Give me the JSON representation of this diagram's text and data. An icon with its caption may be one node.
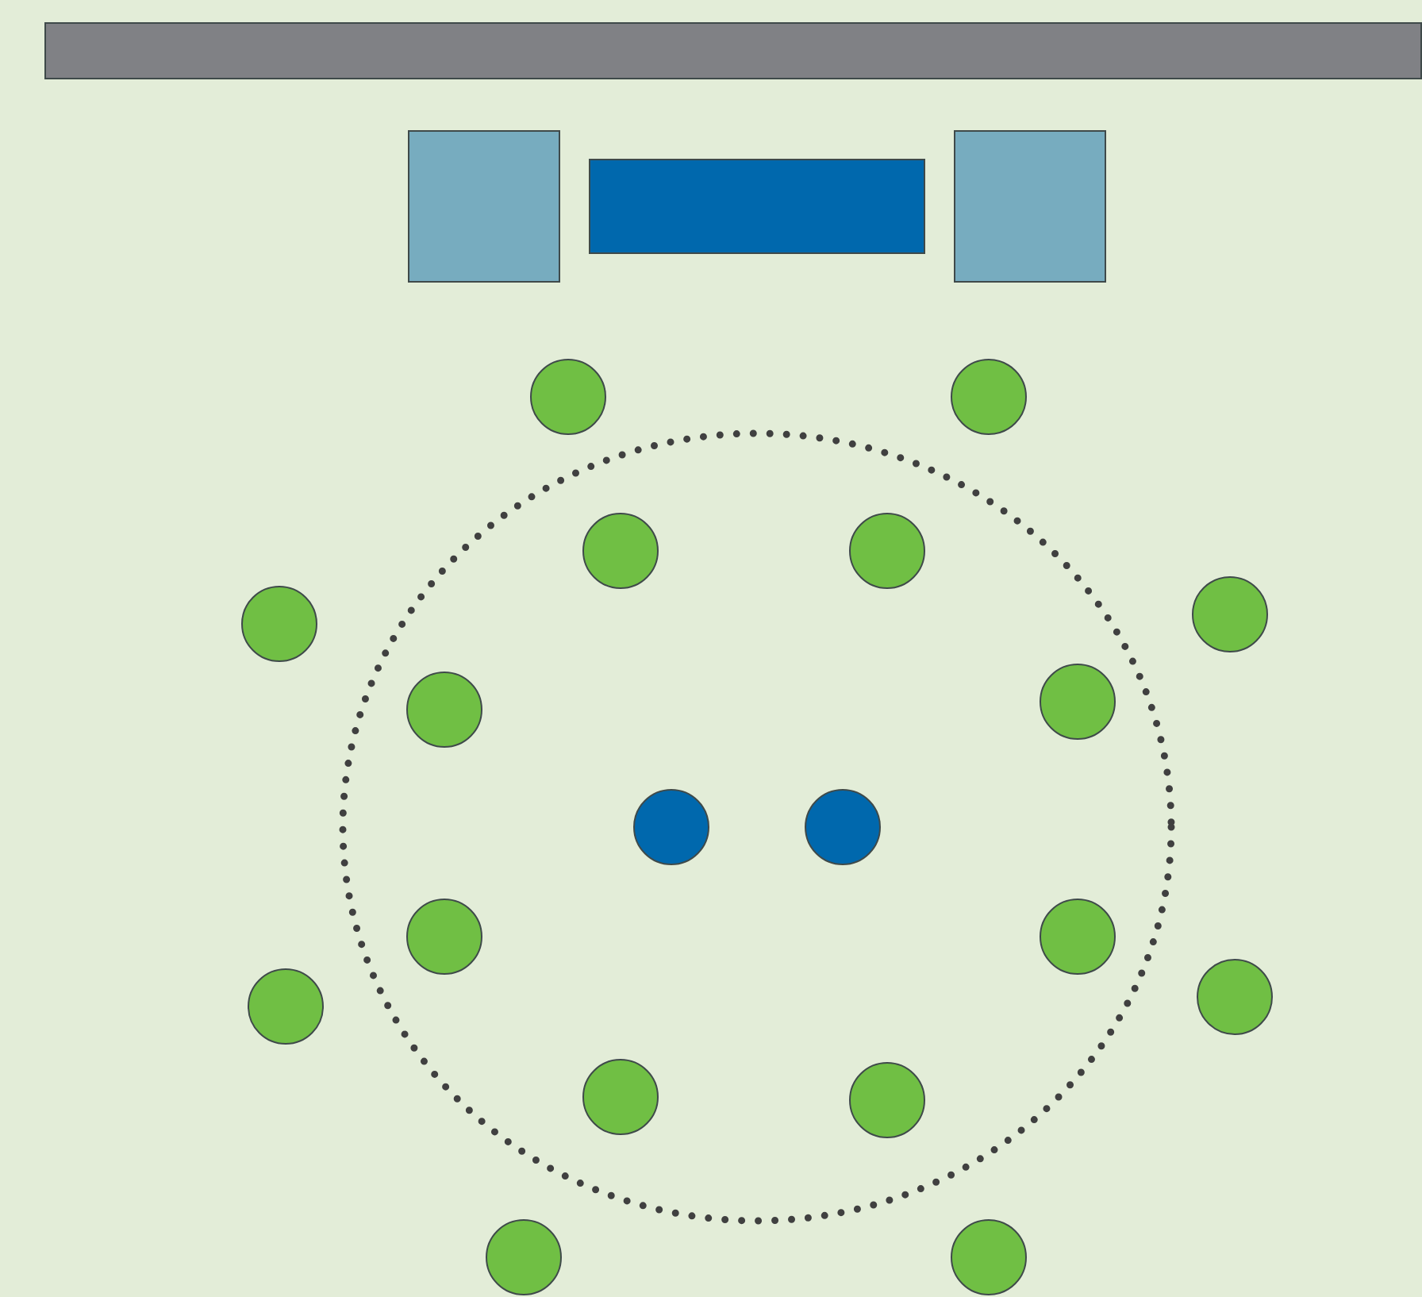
{
  "diagram": {
    "nodes": [
      {
        "text": [],
        "shape": "bar"
      },
      {
        "text": [],
        "shape": "box"
      },
      {
        "text": [],
        "shape": "box"
      },
      {
        "text": [],
        "shape": "box"
      },
      {
        "text": [],
        "shape": "circle"
      },
      {
        "text": [],
        "shape": "circle"
      },
      {
        "text": [],
        "shape": "circle"
      },
      {
        "text": [],
        "shape": "circle",
        "in": 6
      },
      {
        "text": [],
        "shape": "circle",
        "in": 6
      },
      {
        "text": [],
        "shape": "circle"
      },
      {
        "text": [],
        "shape": "circle"
      },
      {
        "text": [],
        "shape": "circle",
        "in": 6
      },
      {
        "text": [],
        "shape": "circle",
        "in": 6
      },
      {
        "text": [],
        "shape": "circle",
        "in": 6
      },
      {
        "text": [],
        "shape": "circle",
        "in": 6
      },
      {
        "text": [],
        "shape": "circle",
        "in": 6
      },
      {
        "text": [],
        "shape": "circle",
        "in": 6
      },
      {
        "text": [],
        "shape": "circle"
      },
      {
        "text": [],
        "shape": "circle"
      },
      {
        "text": [],
        "shape": "circle",
        "in": 6
      },
      {
        "text": [],
        "shape": "circle",
        "in": 6
      },
      {
        "text": [],
        "shape": "circle"
      },
      {
        "text": [],
        "shape": "circle"
      }
    ]
  }
}
